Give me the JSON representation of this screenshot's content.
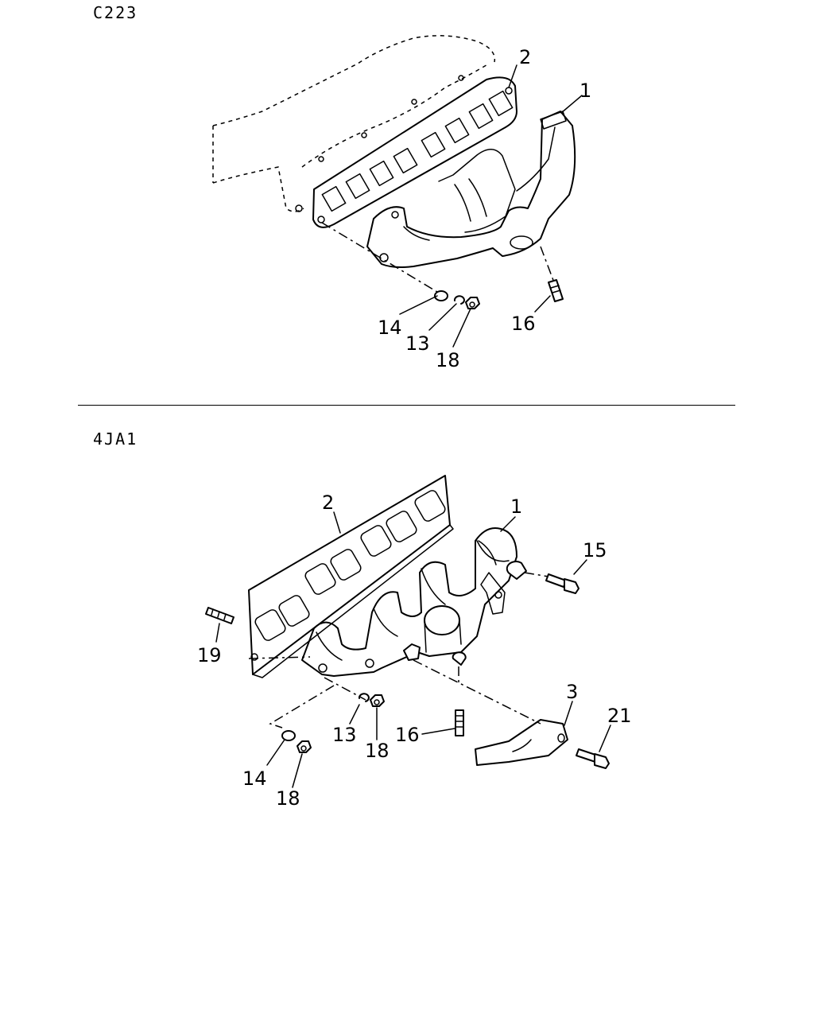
{
  "sections": [
    {
      "code": "C223",
      "callouts": {
        "c1": "1",
        "c2": "2",
        "c13": "13",
        "c14": "14",
        "c16": "16",
        "c18": "18"
      }
    },
    {
      "code": "4JA1",
      "callouts": {
        "c1": "1",
        "c2": "2",
        "c3": "3",
        "c13": "13",
        "c14": "14",
        "c15": "15",
        "c16": "16",
        "c18a": "18",
        "c18b": "18",
        "c19": "19",
        "c21": "21"
      }
    }
  ]
}
